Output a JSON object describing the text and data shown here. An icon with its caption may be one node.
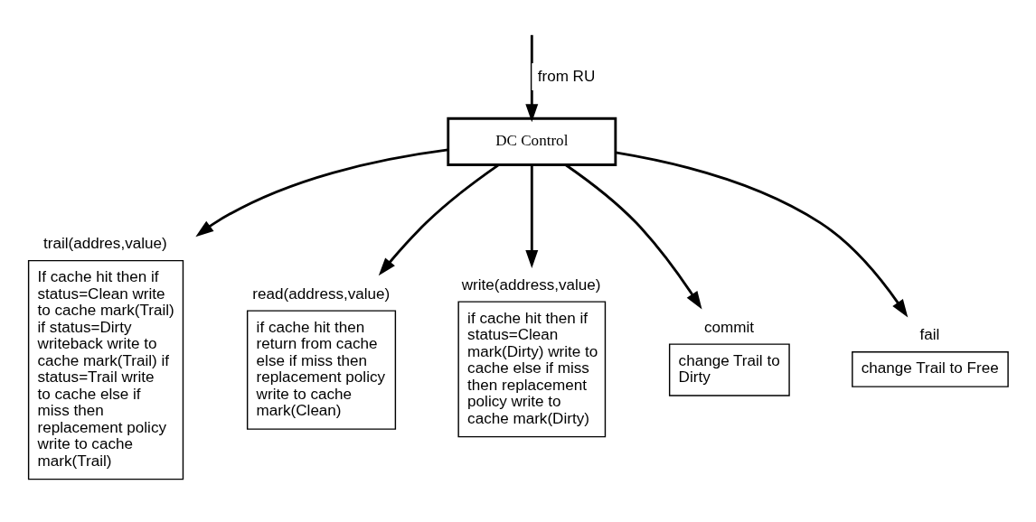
{
  "diagram": {
    "nodes": [
      {
        "text": [
          "DC Control"
        ]
      },
      {
        "text": [
          "trail(addres,value)",
          "If cache hit then if status=Clean write to cache mark(Trail) if status=Dirty writeback write to cache mark(Trail) if status=Trail write to cache else if miss then replacement policy write to cache mark(Trail)"
        ]
      },
      {
        "text": [
          "read(address,value)",
          "if cache hit then return from cache else if miss then replacement policy write to cache mark(Clean)"
        ]
      },
      {
        "text": [
          "write(address,value)",
          "if cache hit then if status=Clean mark(Dirty) write to cache else if miss then replacement policy write to cache mark(Dirty)"
        ]
      },
      {
        "text": [
          "commit",
          "change Trail to Dirty"
        ]
      },
      {
        "text": [
          "fail",
          "change Trail to Free"
        ]
      }
    ],
    "edges": [
      {
        "from": null,
        "to": 0,
        "arrow": "to",
        "label": "from RU"
      },
      {
        "from": 0,
        "to": 1,
        "arrow": "to"
      },
      {
        "from": 0,
        "to": 2,
        "arrow": "to"
      },
      {
        "from": 0,
        "to": 3,
        "arrow": "to"
      },
      {
        "from": 0,
        "to": 4,
        "arrow": "to"
      },
      {
        "from": 0,
        "to": 5,
        "arrow": "to"
      }
    ]
  }
}
